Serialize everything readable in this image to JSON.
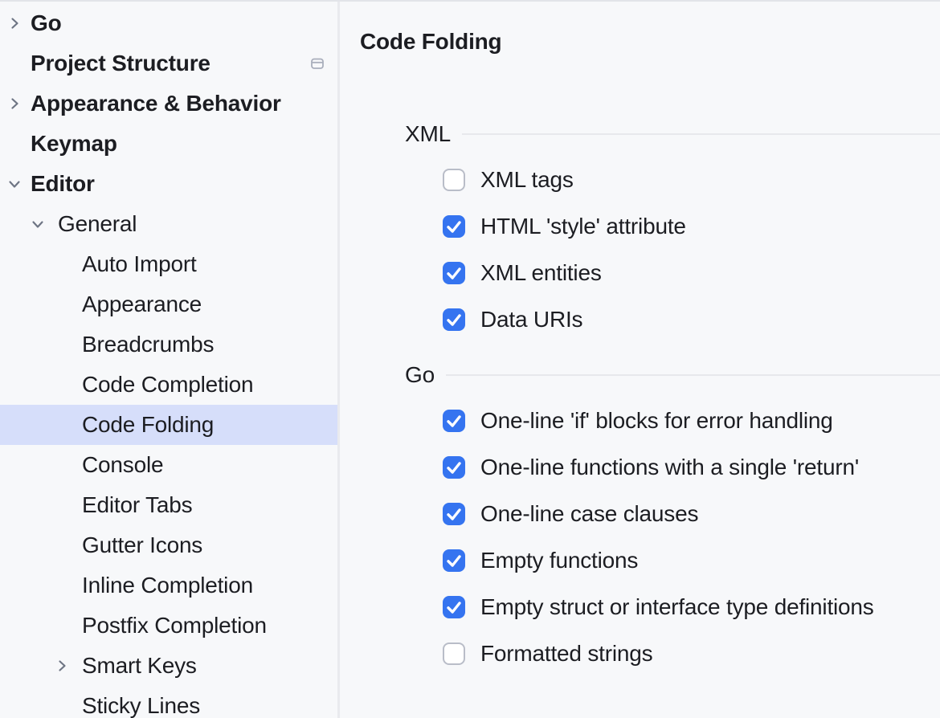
{
  "sidebar": {
    "items": [
      {
        "label": "Go",
        "level": 0,
        "bold": true,
        "chevron": "chevron-right"
      },
      {
        "label": "Project Structure",
        "level": 0,
        "bold": true,
        "chevron": "none",
        "trailing_icon": "window-icon"
      },
      {
        "label": "Appearance & Behavior",
        "level": 0,
        "bold": true,
        "chevron": "chevron-right"
      },
      {
        "label": "Keymap",
        "level": 0,
        "bold": true,
        "chevron": "none"
      },
      {
        "label": "Editor",
        "level": 0,
        "bold": true,
        "chevron": "chevron-down"
      },
      {
        "label": "General",
        "level": 1,
        "bold": false,
        "chevron": "chevron-down"
      },
      {
        "label": "Auto Import",
        "level": 2,
        "bold": false,
        "chevron": "none"
      },
      {
        "label": "Appearance",
        "level": 2,
        "bold": false,
        "chevron": "none"
      },
      {
        "label": "Breadcrumbs",
        "level": 2,
        "bold": false,
        "chevron": "none"
      },
      {
        "label": "Code Completion",
        "level": 2,
        "bold": false,
        "chevron": "none"
      },
      {
        "label": "Code Folding",
        "level": 2,
        "bold": false,
        "chevron": "none",
        "selected": true
      },
      {
        "label": "Console",
        "level": 2,
        "bold": false,
        "chevron": "none"
      },
      {
        "label": "Editor Tabs",
        "level": 2,
        "bold": false,
        "chevron": "none"
      },
      {
        "label": "Gutter Icons",
        "level": 2,
        "bold": false,
        "chevron": "none"
      },
      {
        "label": "Inline Completion",
        "level": 2,
        "bold": false,
        "chevron": "none"
      },
      {
        "label": "Postfix Completion",
        "level": 2,
        "bold": false,
        "chevron": "none"
      },
      {
        "label": "Smart Keys",
        "level": 2,
        "bold": false,
        "chevron": "chevron-right"
      },
      {
        "label": "Sticky Lines",
        "level": 2,
        "bold": false,
        "chevron": "none"
      }
    ]
  },
  "main": {
    "title": "Code Folding",
    "sections": [
      {
        "title": "XML",
        "options": [
          {
            "label": "XML tags",
            "checked": false
          },
          {
            "label": "HTML 'style' attribute",
            "checked": true
          },
          {
            "label": "XML entities",
            "checked": true
          },
          {
            "label": "Data URIs",
            "checked": true
          }
        ]
      },
      {
        "title": "Go",
        "options": [
          {
            "label": "One-line 'if' blocks for error handling",
            "checked": true
          },
          {
            "label": "One-line functions with a single 'return'",
            "checked": true
          },
          {
            "label": "One-line case clauses",
            "checked": true
          },
          {
            "label": "Empty functions",
            "checked": true
          },
          {
            "label": "Empty struct or interface type definitions",
            "checked": true
          },
          {
            "label": "Formatted strings",
            "checked": false
          }
        ]
      }
    ]
  },
  "colors": {
    "accent": "#3574F0",
    "selection": "#D6DEFA",
    "background": "#F7F8FA",
    "text": "#1C1D22",
    "divider": "#E9EAEE",
    "rule": "#E7E8EC",
    "checkbox_border": "#B9BDC8",
    "chevron_gray": "#6E7584",
    "trailing_icon_gray": "#A9AEBC"
  }
}
